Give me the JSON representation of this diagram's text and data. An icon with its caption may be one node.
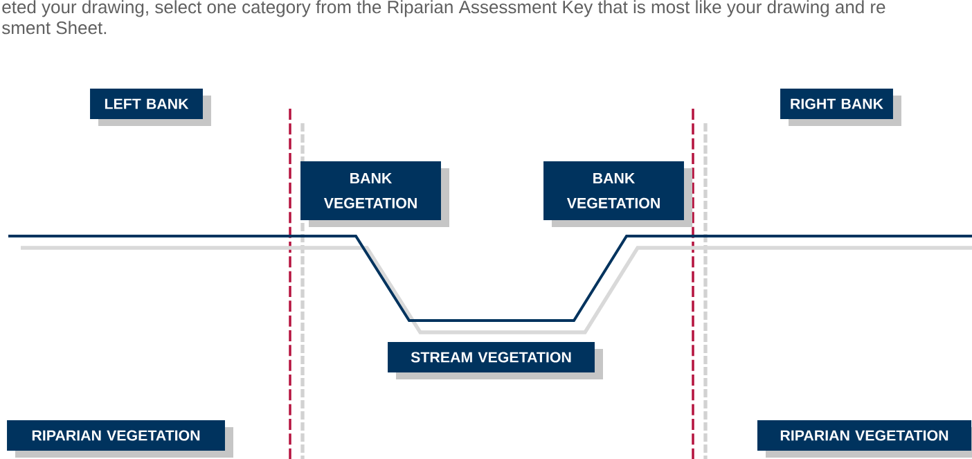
{
  "diagram": {
    "nodes": [
      {
        "text": [
          "LEFT BANK"
        ]
      },
      {
        "text": [
          "RIGHT BANK"
        ]
      },
      {
        "text": [
          "BANK VEGETATION"
        ]
      },
      {
        "text": [
          "BANK VEGETATION"
        ]
      },
      {
        "text": [
          "STREAM VEGETATION"
        ]
      },
      {
        "text": [
          "RIPARIAN VEGETATION"
        ]
      },
      {
        "text": [
          "RIPARIAN VEGETATION"
        ]
      }
    ],
    "labels": [
      "eted your drawing, select one category from the Riparian Assessment Key that is most like your drawing and re",
      "sment Sheet."
    ]
  }
}
